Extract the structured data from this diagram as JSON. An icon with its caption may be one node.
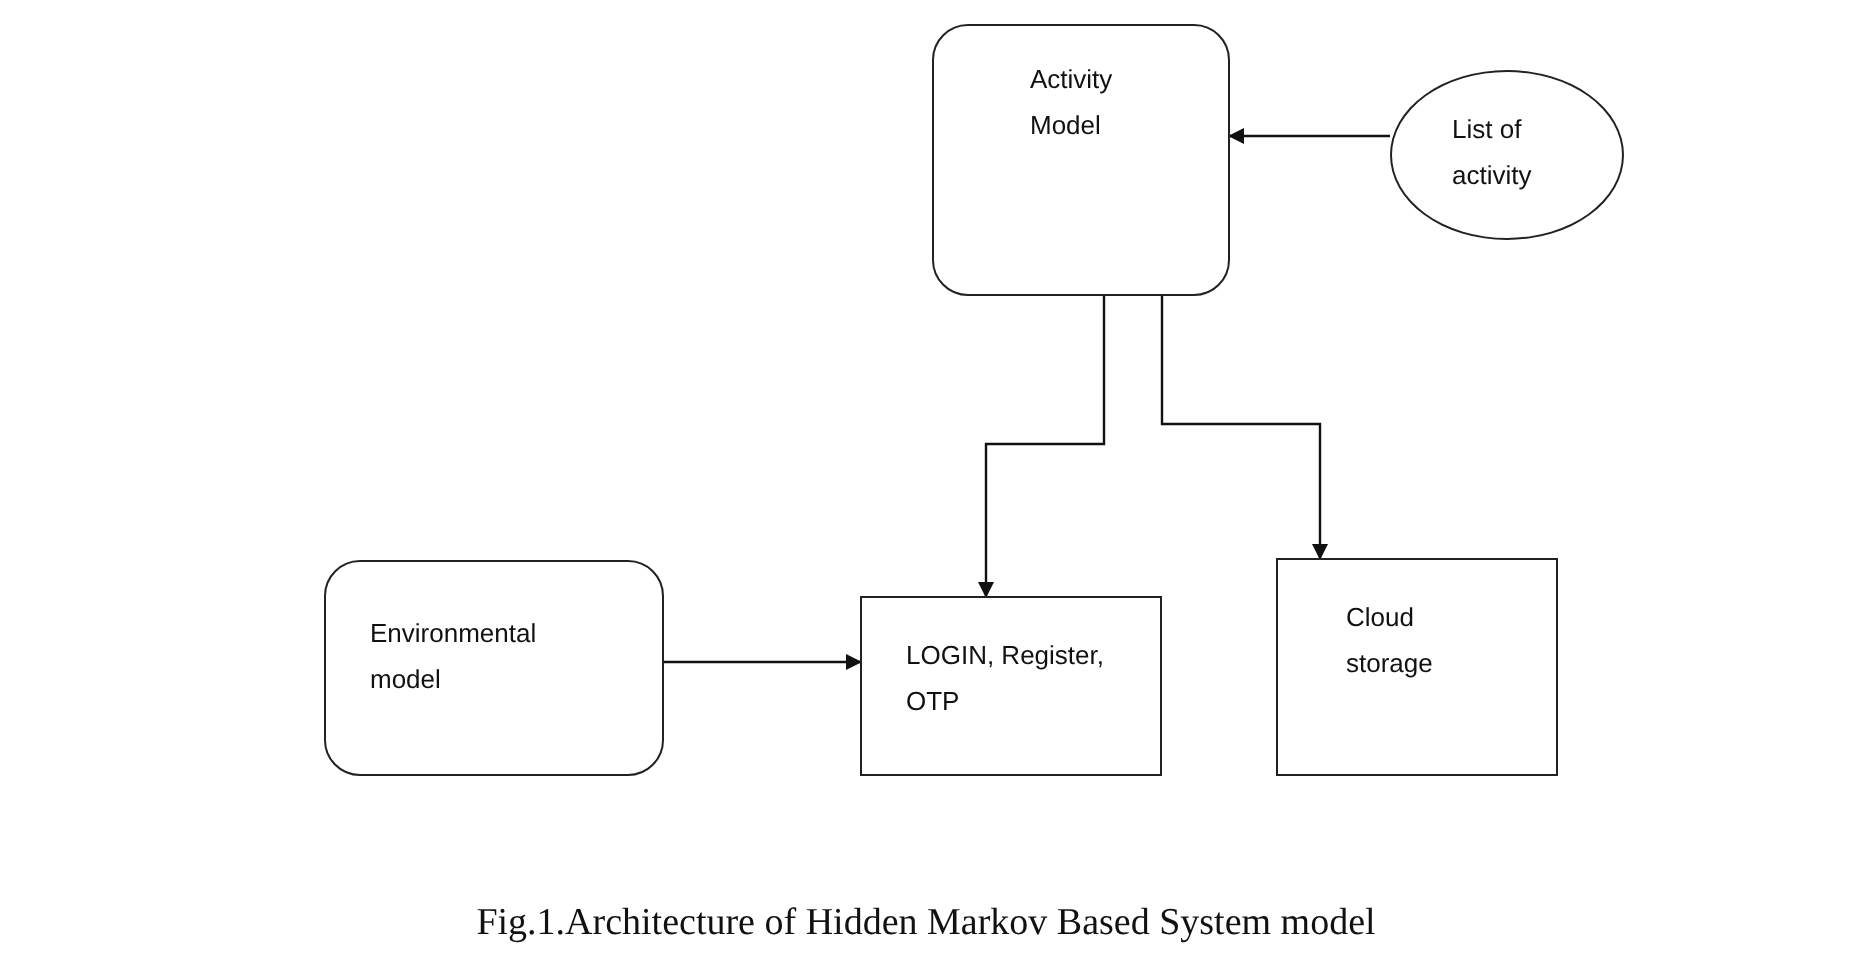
{
  "diagram": {
    "caption": "Fig.1.Architecture of Hidden Markov Based System model",
    "nodes": [
      {
        "text": [
          "Activity Model"
        ]
      },
      {
        "text": [
          "List of activity"
        ]
      },
      {
        "text": [
          "Environmental model"
        ]
      },
      {
        "text": [
          "LOGIN, Register, OTP"
        ]
      },
      {
        "text": [
          "Cloud storage"
        ]
      }
    ],
    "edges": [
      {
        "from": 1,
        "to": 0,
        "arrow": "to"
      },
      {
        "from": 0,
        "to": 3,
        "arrow": "to"
      },
      {
        "from": 0,
        "to": 4,
        "arrow": "to"
      },
      {
        "from": 2,
        "to": 3,
        "arrow": "to"
      }
    ]
  }
}
